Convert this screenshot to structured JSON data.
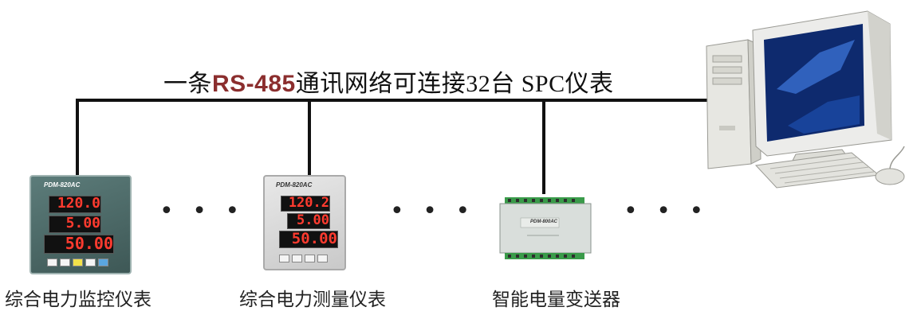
{
  "network": {
    "title_prefix": "一条",
    "title_highlight": "RS-485",
    "title_suffix": "通讯网络可连接",
    "title_latin": "32台 SPC",
    "title_tail": "仪表"
  },
  "devices": [
    {
      "caption": "综合电力监控仪表",
      "model": "PDM-820AC",
      "readings": [
        "120.0",
        "5.00",
        "50.00"
      ]
    },
    {
      "caption": "综合电力测量仪表",
      "model": "PDM-820AC",
      "readings": [
        "120.2",
        "5.00",
        "50.00"
      ]
    },
    {
      "caption": "智能电量变送器",
      "model": "PDM-800AC"
    }
  ],
  "ellipsis": "• • •",
  "colors": {
    "highlight": "#8b2e2e",
    "bus_line": "#111111",
    "led": "#ff3b2f"
  }
}
